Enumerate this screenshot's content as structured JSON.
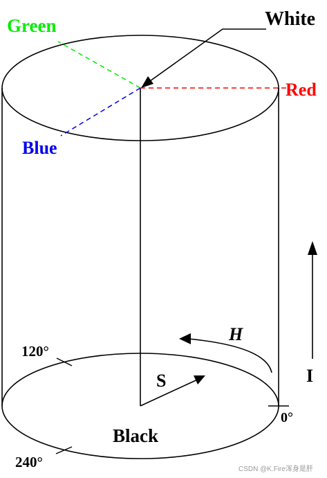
{
  "labels": {
    "white": "White",
    "green": "Green",
    "red": "Red",
    "blue": "Blue",
    "black": "Black",
    "s": "S",
    "h": "H",
    "i": "I",
    "deg120": "120°",
    "deg240": "240°",
    "deg0": "0°"
  },
  "watermark": "CSDN @K.Fire浑身是肝",
  "colors": {
    "green": "#00ee00",
    "red": "#ff0000",
    "blue": "#0000ee",
    "black": "#000000"
  }
}
